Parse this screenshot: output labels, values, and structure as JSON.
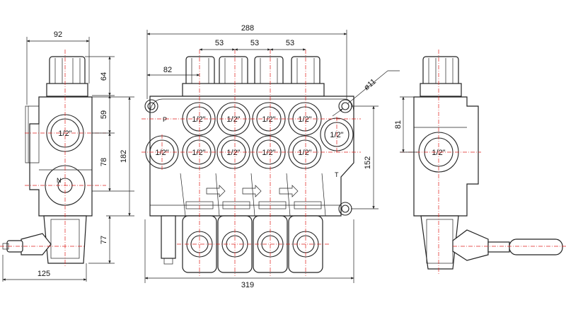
{
  "dimensions": {
    "side_width": "92",
    "side_cap_height": "64",
    "side_upper": "59",
    "side_lower": "78",
    "side_total": "182",
    "side_lever": "77",
    "side_lever_width": "125",
    "front_width": "288",
    "front_pitch_1": "53",
    "front_pitch_2": "53",
    "front_pitch_3": "53",
    "front_offset": "82",
    "front_hole": "ø11",
    "front_height": "152",
    "front_total_width": "319",
    "right_height": "81"
  },
  "ports": {
    "size": "1/2\"",
    "pressure_label": "P",
    "tank_label": "T",
    "n_label": "N"
  },
  "colors": {
    "centerline": "#e0201c",
    "outline": "#222222",
    "background": "#ffffff"
  }
}
